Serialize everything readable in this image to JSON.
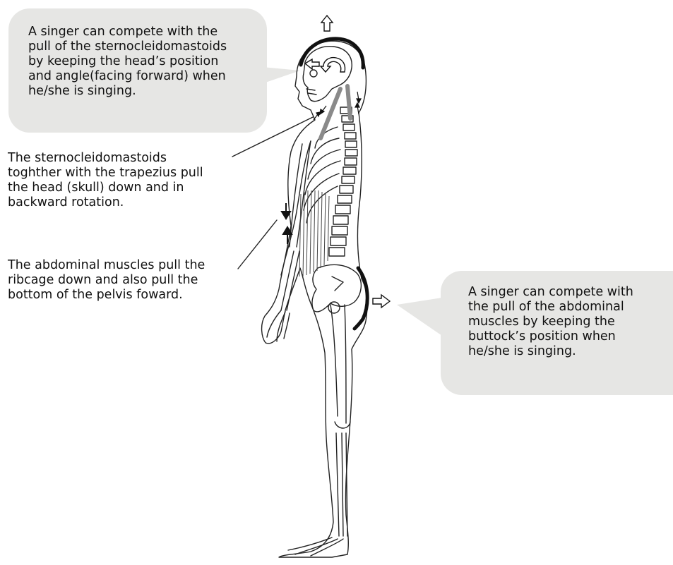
{
  "callouts": {
    "head": {
      "lines": [
        "A singer can compete with the",
        "pull of the sternocleidomastoids",
        "by keeping the head’s position",
        "and angle(facing forward) when",
        "he/she is singing."
      ]
    },
    "buttock": {
      "lines": [
        "A singer can compete with",
        "the pull of the abdominal",
        "muscles by keeping the",
        "buttock’s position when",
        "he/she is singing."
      ]
    }
  },
  "labels": {
    "sternocleidomastoids": {
      "lines": [
        "The sternocleidomastoids",
        "toghther with the trapezius pull",
        "the head (skull) down and in",
        "backward rotation."
      ]
    },
    "abdominals": {
      "lines": [
        "The abdominal muscles pull the",
        "ribcage down and also pull the",
        "bottom of the pelvis foward."
      ]
    }
  },
  "colors": {
    "bubble": "#e6e6e4",
    "muscle": "#8a8a8a",
    "outline": "#222222",
    "highlight": "#111111"
  }
}
